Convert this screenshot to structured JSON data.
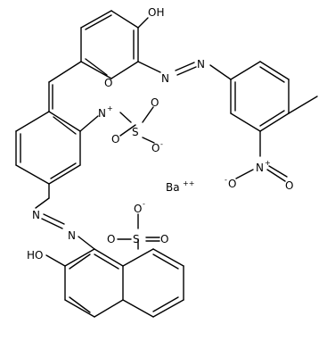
{
  "labels": {
    "oh_top": "OH",
    "n_azo1_a": "N",
    "n_azo1_b": "N",
    "n_plus": "N",
    "n_plus_charge": "+",
    "o_nitro_top": "O",
    "s_upper": "S",
    "o_upper_1": "O",
    "o_upper_2": "O",
    "o_upper_3": "O",
    "o_upper_3_charge": "-",
    "o_nitro_1": "O",
    "o_nitro_1_charge": "-",
    "n_nitro": "N",
    "n_nitro_charge": "+",
    "o_nitro_2": "O",
    "ba": "Ba",
    "ba_charge": "++",
    "n_azo2_a": "N",
    "n_azo2_b": "N",
    "o_lower_3": "O",
    "o_lower_3_charge": "-",
    "s_lower": "S",
    "o_lower_1": "O",
    "o_lower_2": "O",
    "oh_bottom": "HO"
  },
  "colors": {
    "ink": "#000000",
    "background": "#ffffff"
  }
}
